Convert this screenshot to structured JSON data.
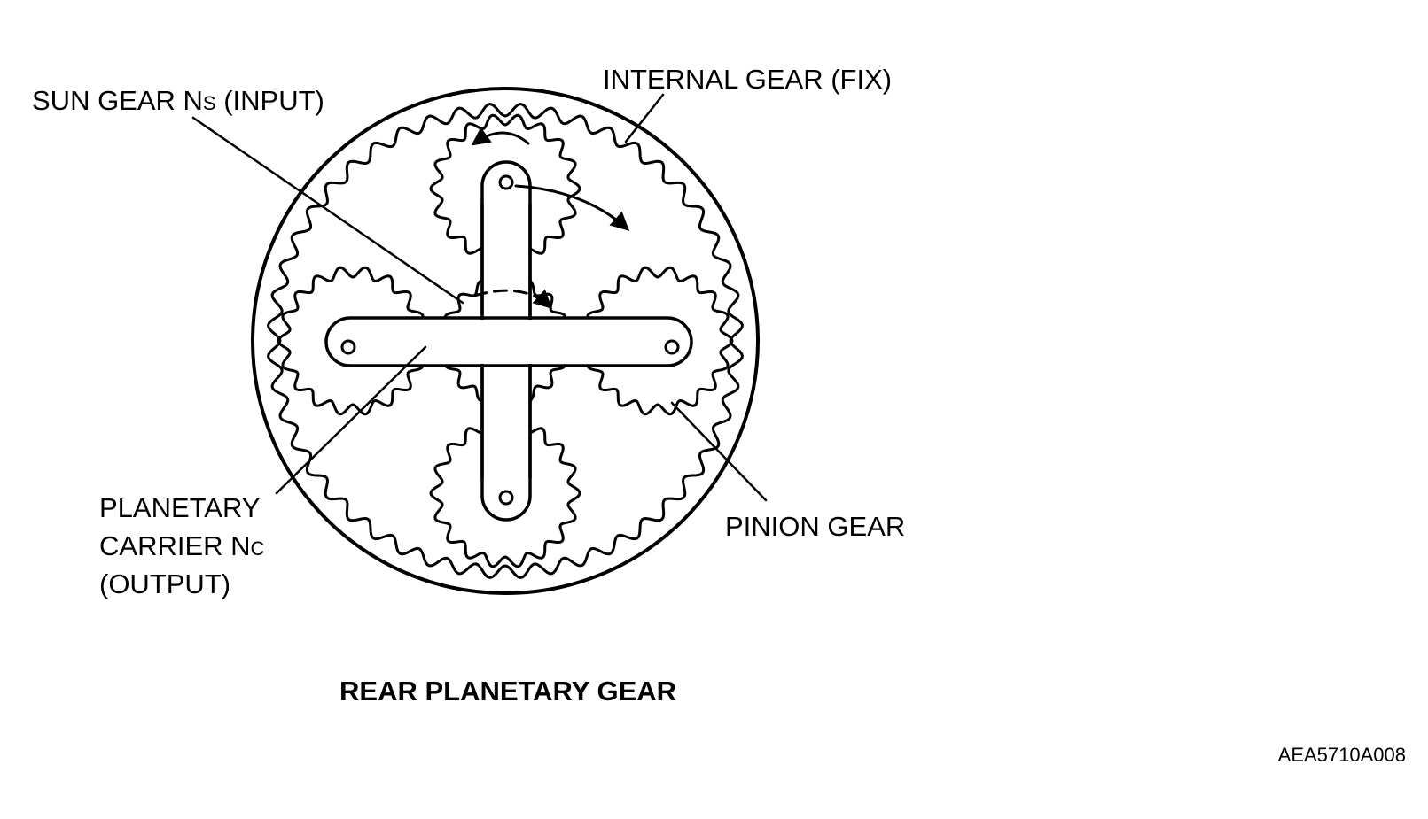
{
  "labels": {
    "sun_gear": {
      "main": "SUN GEAR N",
      "sub": "S",
      "suffix": " (INPUT)"
    },
    "internal_gear": "INTERNAL GEAR (FIX)",
    "carrier": {
      "line1": "PLANETARY",
      "line2_main": "CARRIER N",
      "line2_sub": "C",
      "line3": "(OUTPUT)"
    },
    "pinion_gear": "PINION GEAR"
  },
  "title": "REAR PLANETARY GEAR",
  "figure_code": "AEA5710A008",
  "colors": {
    "ink": "#000000",
    "paper": "#ffffff"
  }
}
